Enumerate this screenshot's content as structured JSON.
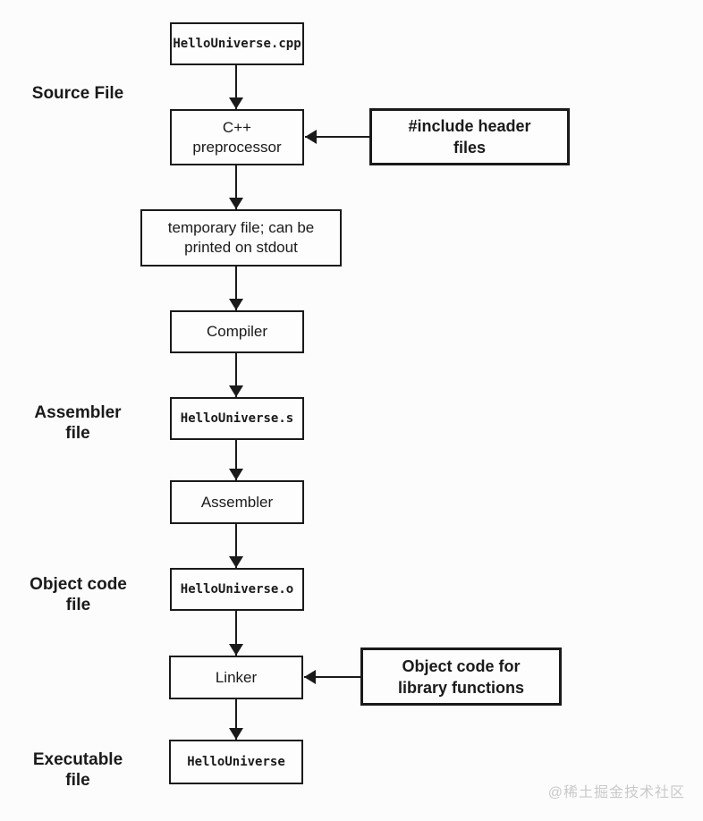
{
  "watermark": "@稀土掘金技术社区",
  "side_labels": {
    "source": "Source File",
    "assembler": "Assembler\nfile",
    "object_code": "Object code\nfile",
    "executable": "Executable\nfile"
  },
  "nodes": {
    "cpp_file": "HelloUniverse.cpp",
    "preprocessor": "C++\npreprocessor",
    "temp_file": "temporary file; can be\nprinted on stdout",
    "compiler": "Compiler",
    "asm_file": "HelloUniverse.s",
    "assembler": "Assembler",
    "obj_file": "HelloUniverse.o",
    "linker": "Linker",
    "exe_file": "HelloUniverse"
  },
  "callouts": {
    "include_headers": "#include header\nfiles",
    "object_library": "Object code for\nlibrary functions"
  },
  "colors": {
    "line": "#1a1a1a",
    "background": "#fcfcfc",
    "watermark": "#c9c9c9"
  }
}
